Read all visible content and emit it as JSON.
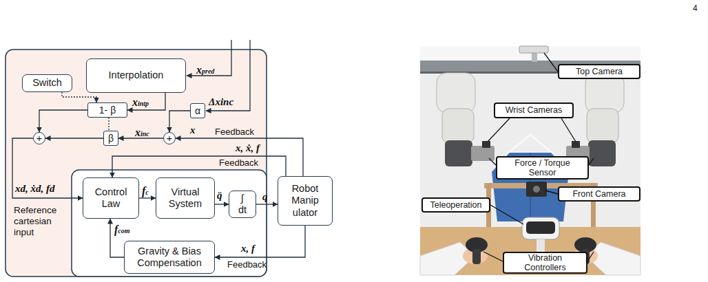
{
  "diagram": {
    "nodes": [
      {
        "text": [
          "Interpolation"
        ]
      },
      {
        "text": [
          "Switch"
        ]
      },
      {
        "text": [
          "1- β"
        ]
      },
      {
        "text": [
          "α"
        ]
      },
      {
        "text": [
          "+"
        ]
      },
      {
        "text": [
          "β"
        ]
      },
      {
        "text": [
          "+"
        ]
      },
      {
        "text": [
          "Control Law"
        ]
      },
      {
        "text": [
          "Virtual System"
        ]
      },
      {
        "text": [
          "∫ dt"
        ]
      },
      {
        "text": [
          "Robot Manip ulator"
        ]
      },
      {
        "text": [
          "Gravity & Bias Compensation"
        ]
      },
      {
        "text": [
          "Top Camera"
        ]
      },
      {
        "text": [
          "Wrist Cameras"
        ]
      },
      {
        "text": [
          "Force / Torque Sensor"
        ]
      },
      {
        "text": [
          "Front Camera"
        ]
      },
      {
        "text": [
          "Teleoperation"
        ]
      },
      {
        "text": [
          "Vibration Controllers"
        ]
      }
    ],
    "edges": [
      {
        "from": 0,
        "to": 2,
        "arrow": "to"
      },
      {
        "from": 1,
        "to": 2,
        "arrow": "to"
      },
      {
        "from": 2,
        "to": 5,
        "arrow": "none"
      },
      {
        "from": 3,
        "to": 6,
        "arrow": "to"
      },
      {
        "from": 6,
        "to": 5,
        "arrow": "to"
      },
      {
        "from": 2,
        "to": 4,
        "arrow": "to"
      },
      {
        "from": 5,
        "to": 4,
        "arrow": "to"
      },
      {
        "from": 4,
        "to": 7,
        "arrow": "to"
      },
      {
        "from": 7,
        "to": 8,
        "arrow": "to"
      },
      {
        "from": 8,
        "to": 9,
        "arrow": "to"
      },
      {
        "from": 9,
        "to": 10,
        "arrow": "to"
      },
      {
        "from": 10,
        "to": 11,
        "arrow": "to"
      },
      {
        "from": 11,
        "to": 7,
        "arrow": "to"
      },
      {
        "from": 10,
        "to": 7,
        "arrow": "to"
      },
      {
        "from": 10,
        "to": 6,
        "arrow": "to"
      }
    ],
    "labels": [
      "xpred",
      "Δxinc",
      "xintp",
      "xinc",
      "x",
      "Feedback",
      "x, ẋ, f",
      "Feedback",
      "xd, ẋd, fd",
      "Reference cartesian input",
      "fc",
      "q̈",
      "q",
      "fcom",
      "x, f",
      "Feedback",
      "4"
    ]
  }
}
